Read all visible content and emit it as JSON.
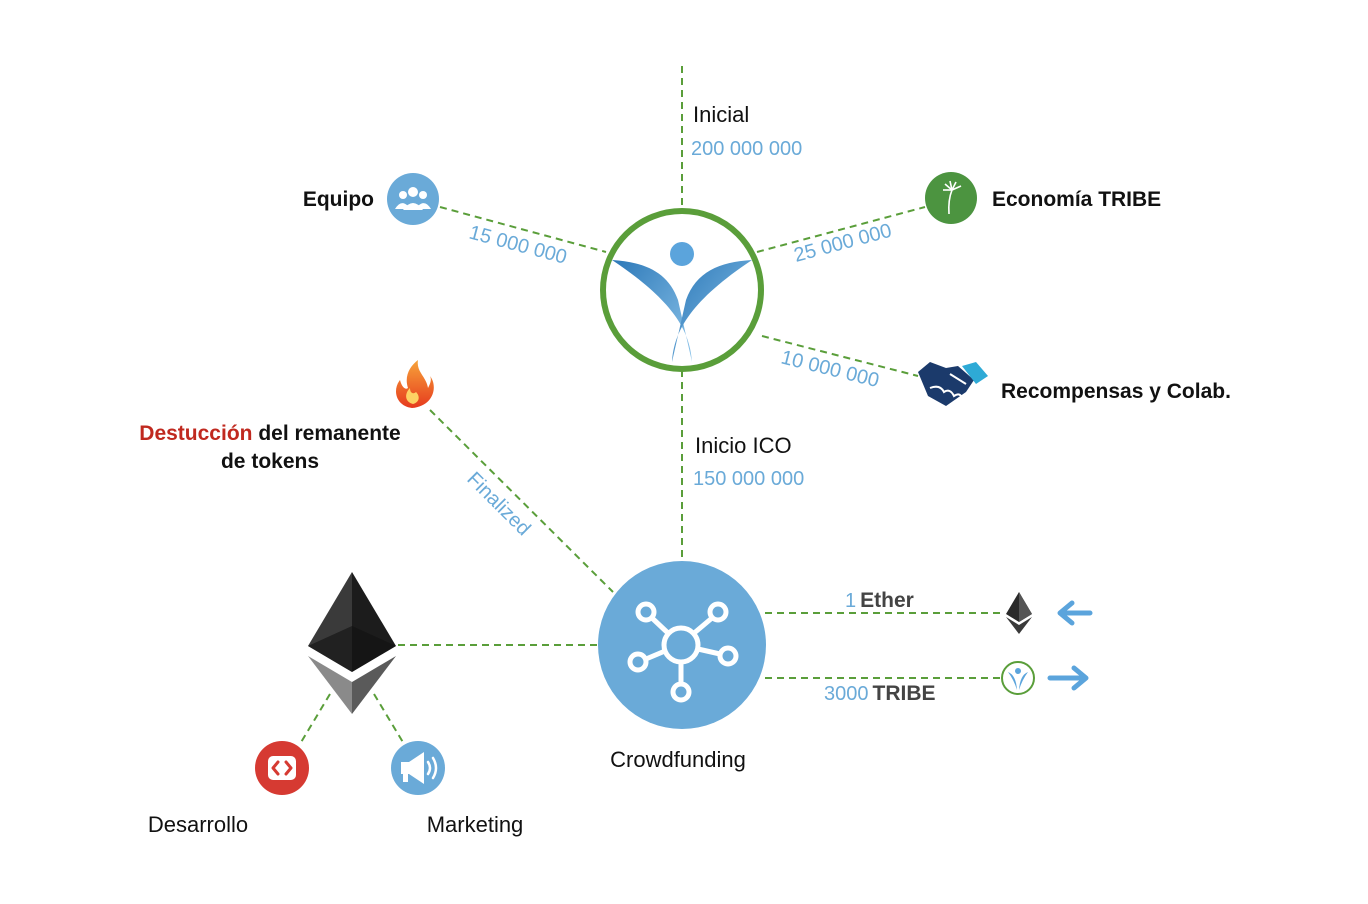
{
  "center": {
    "initial_label": "Inicial",
    "initial_value": "200 000 000",
    "ico_label": "Inicio ICO",
    "ico_value": "150 000 000"
  },
  "branches": {
    "equipo": {
      "label": "Equipo",
      "value": "15 000 000",
      "icon": "team-icon"
    },
    "economia": {
      "label": "Economía TRIBE",
      "value": "25 000 000",
      "icon": "dandelion-icon"
    },
    "recompensas": {
      "label": "Recompensas y Colab.",
      "value": "10 000 000",
      "icon": "handshake-icon"
    }
  },
  "destruction": {
    "label_red": "Destucción",
    "label_rest": " del remanente",
    "label_line2": "de tokens",
    "edge_label": "Finalized",
    "icon": "fire-icon"
  },
  "crowdfunding": {
    "label": "Crowdfunding",
    "icon": "network-hub-icon"
  },
  "exchange": {
    "ether_amount": "1",
    "ether_unit": "Ether",
    "tribe_amount": "3000",
    "tribe_unit": "TRIBE"
  },
  "ethereum": {
    "icon": "ethereum-logo-icon",
    "desarrollo": "Desarrollo",
    "marketing": "Marketing"
  },
  "colors": {
    "dashed_line": "#5a9e3a",
    "ring_green": "#5a9e3a",
    "blue": "#6aaad8",
    "red": "#c0291f",
    "dark_blue": "#1b3a6b"
  }
}
